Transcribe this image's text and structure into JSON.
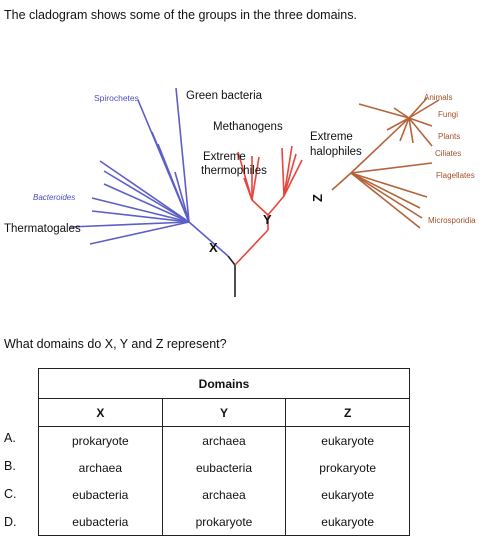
{
  "intro": "The cladogram shows some of the groups in the three domains.",
  "cladogram": {
    "bacteria_labels": {
      "spirochetes": "Spirochetes",
      "green_bacteria": "Green bacteria",
      "bacteroides": "Bacteroides",
      "thermatogales": "Thermatogales"
    },
    "archaea_labels": {
      "methanogens": "Methanogens",
      "extreme_thermophiles_1": "Extreme",
      "extreme_thermophiles_2": "thermophiles",
      "extreme_halophiles_1": "Extreme",
      "extreme_halophiles_2": "halophiles"
    },
    "eukarya_labels": {
      "animals": "Animals",
      "fungi": "Fungi",
      "plants": "Plants",
      "ciliates": "Ciliates",
      "flagellates": "Flagellates",
      "microsporidia": "Microsporidia"
    },
    "node_labels": {
      "x": "X",
      "y": "Y",
      "z": "Z"
    },
    "colors": {
      "bacteria": "#5b5fc7",
      "archaea": "#e8453c",
      "eukarya": "#b3643a",
      "trunk": "#222222"
    }
  },
  "question": "What domains do X, Y and Z represent?",
  "table": {
    "title": "Domains",
    "headers": [
      "X",
      "Y",
      "Z"
    ],
    "options": [
      {
        "letter": "A.",
        "cells": [
          "prokaryote",
          "archaea",
          "eukaryote"
        ]
      },
      {
        "letter": "B.",
        "cells": [
          "archaea",
          "eubacteria",
          "prokaryote"
        ]
      },
      {
        "letter": "C.",
        "cells": [
          "eubacteria",
          "archaea",
          "eukaryote"
        ]
      },
      {
        "letter": "D.",
        "cells": [
          "eubacteria",
          "prokaryote",
          "eukaryote"
        ]
      }
    ]
  }
}
